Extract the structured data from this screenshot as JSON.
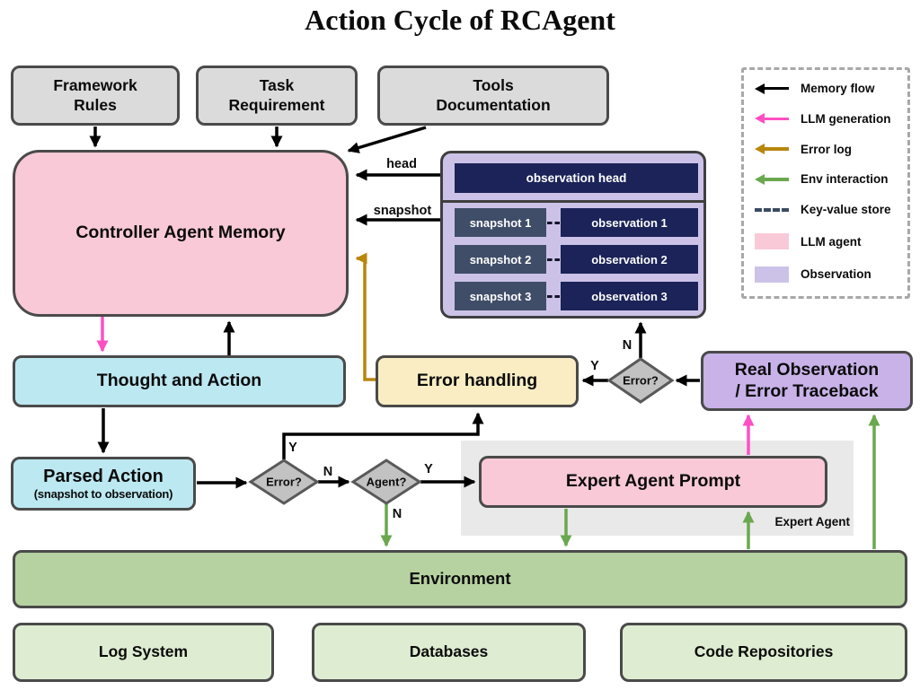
{
  "title": "Action Cycle of RCAgent",
  "nodes": {
    "framework_rules": {
      "label": "Framework\nRules"
    },
    "task_requirement": {
      "label": "Task\nRequirement"
    },
    "tools_documentation": {
      "label": "Tools\nDocumentation"
    },
    "controller_memory": {
      "label": "Controller Agent Memory"
    },
    "thought_action": {
      "label": "Thought and Action"
    },
    "error_handling": {
      "label": "Error handling"
    },
    "real_observation": {
      "label": "Real Observation\n/ Error Traceback"
    },
    "parsed_action": {
      "label": "Parsed Action",
      "sublabel": "(snapshot to observation)"
    },
    "expert_agent_prompt": {
      "label": "Expert Agent Prompt"
    },
    "expert_agent_region": {
      "label": "Expert Agent"
    },
    "environment": {
      "label": "Environment"
    },
    "log_system": {
      "label": "Log System"
    },
    "databases": {
      "label": "Databases"
    },
    "code_repositories": {
      "label": "Code Repositories"
    }
  },
  "observation_store": {
    "head": "observation head",
    "rows": [
      {
        "key": "snapshot 1",
        "value": "observation 1"
      },
      {
        "key": "snapshot 2",
        "value": "observation 2"
      },
      {
        "key": "snapshot 3",
        "value": "observation 3"
      }
    ]
  },
  "decisions": {
    "error_after_parse": "Error?",
    "agent_choice": "Agent?",
    "error_after_observation": "Error?"
  },
  "edge_labels": {
    "head": "head",
    "snapshot": "snapshot",
    "error1_yes": "Y",
    "error1_no": "N",
    "agent_yes": "Y",
    "agent_no": "N",
    "error2_yes": "Y",
    "error2_no": "N"
  },
  "legend": {
    "items": [
      {
        "label": "Memory flow"
      },
      {
        "label": "LLM generation"
      },
      {
        "label": "Error log"
      },
      {
        "label": "Env interaction"
      },
      {
        "label": "Key-value store"
      },
      {
        "label": "LLM agent"
      },
      {
        "label": "Observation"
      }
    ]
  },
  "colors": {
    "memory_flow": "#000000",
    "llm_generation": "#ff4fc3",
    "error_log": "#b8860b",
    "env_interaction": "#6aa84f",
    "key_value_store": "#3b4a63",
    "llm_agent": "#f9c9d8",
    "observation": "#ccc2e8",
    "real_observation_box": "#c8b2e8",
    "thought_box": "#bce8f1",
    "error_handling_box": "#faedc3",
    "environment_box": "#b6d2a0",
    "environment_child_box": "#deedd1",
    "input_box": "#dbdbdb",
    "decision_fill": "#c2c2c2",
    "observation_value_box": "#1b2358",
    "snapshot_key_box": "#3f4d68"
  }
}
